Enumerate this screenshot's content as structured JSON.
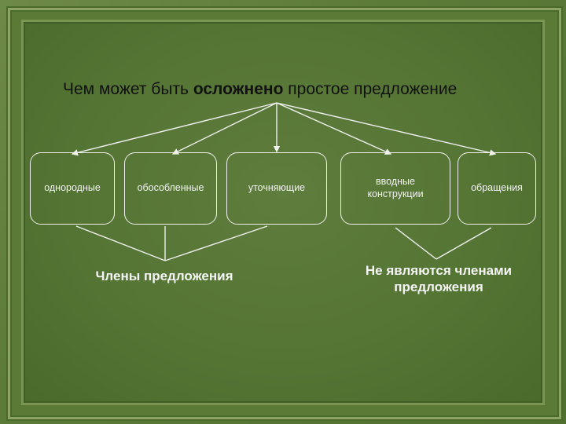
{
  "diagram": {
    "title_prefix": "Чем может быть ",
    "title_emphasis": "осложнено",
    "title_suffix": " простое предложение",
    "nodes": [
      {
        "label": "однородные"
      },
      {
        "label": "обособленные"
      },
      {
        "label": "уточняющие"
      },
      {
        "label": "вводные конструкции"
      },
      {
        "label": "обращения"
      }
    ],
    "groups": [
      {
        "label": "Члены предложения"
      },
      {
        "label": "Не являются членами предложения"
      }
    ]
  },
  "colors": {
    "board": "#557535",
    "frame": "#6f8a48",
    "lines": "#f0f0f0",
    "title_text": "#111111"
  }
}
